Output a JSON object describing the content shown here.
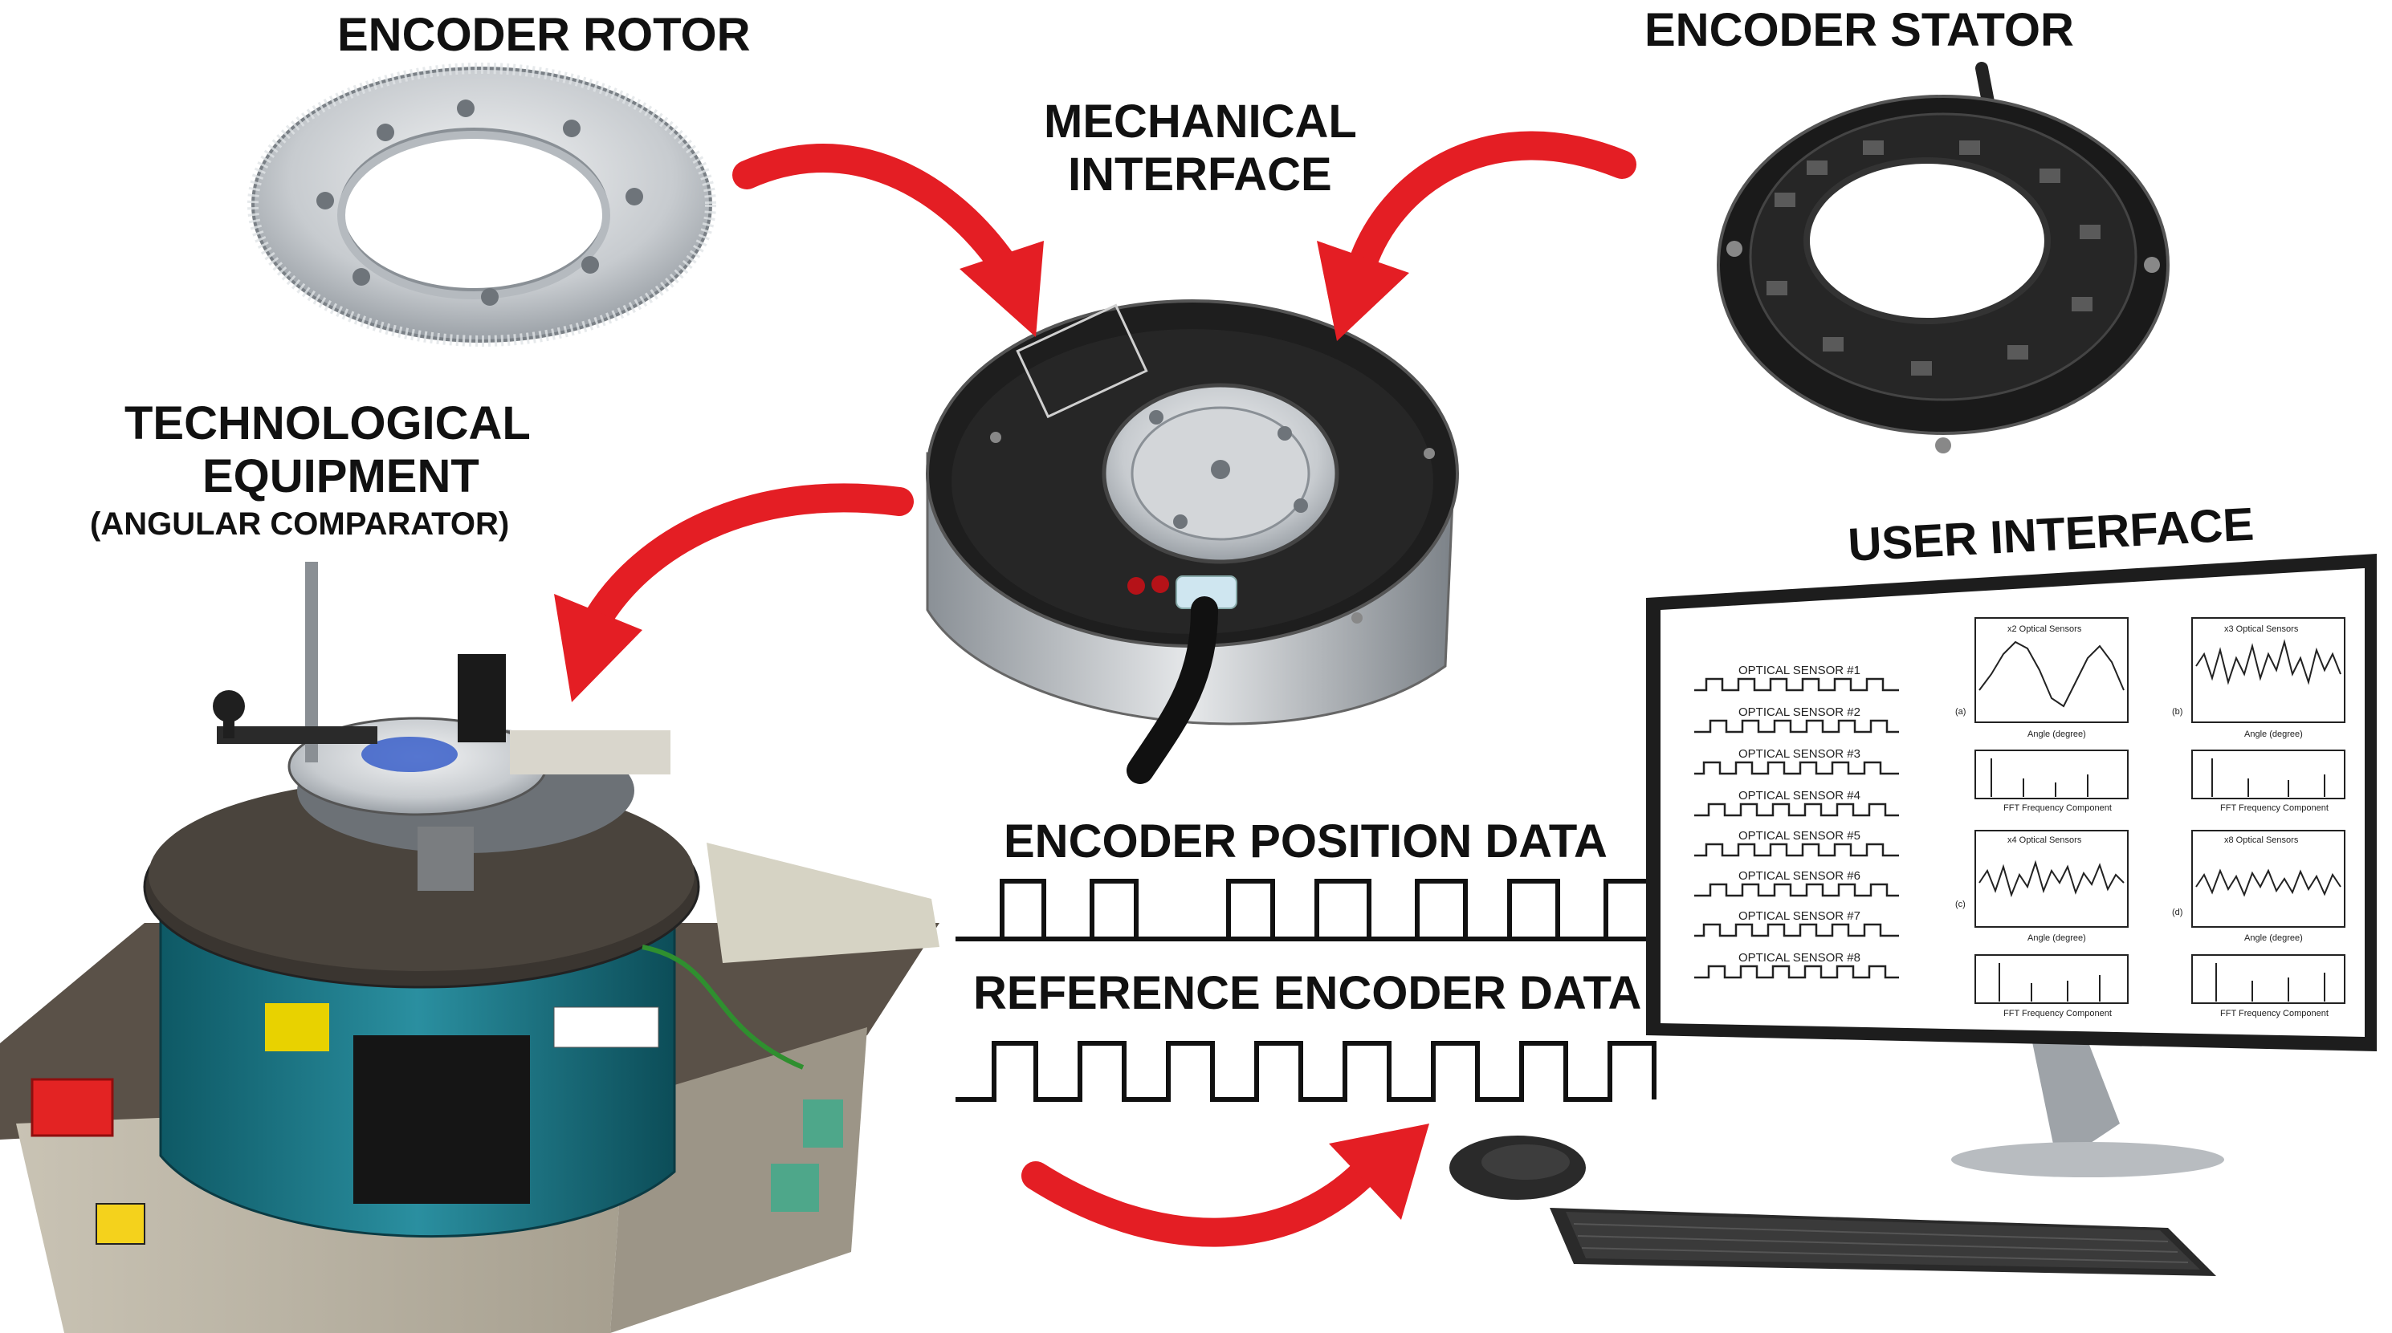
{
  "labels": {
    "encoder_rotor": "ENCODER ROTOR",
    "encoder_stator": "ENCODER STATOR",
    "mechanical_interface_line1": "MECHANICAL",
    "mechanical_interface_line2": "INTERFACE",
    "tech_equipment_line1": "TECHNOLOGICAL",
    "tech_equipment_line2": "EQUIPMENT",
    "tech_equipment_sub": "(ANGULAR COMPARATOR)",
    "user_interface": "USER INTERFACE",
    "encoder_position_data": "ENCODER POSITION DATA",
    "reference_encoder_data": "REFERENCE ENCODER DATA"
  },
  "monitor": {
    "sensor_labels": [
      "OPTICAL SENSOR #1",
      "OPTICAL SENSOR #2",
      "OPTICAL SENSOR #3",
      "OPTICAL SENSOR #4",
      "OPTICAL SENSOR #5",
      "OPTICAL SENSOR #6",
      "OPTICAL SENSOR #7",
      "OPTICAL SENSOR #8"
    ],
    "plots": [
      {
        "panel": "(a)",
        "legend": "x2 Optical Sensors",
        "xlabel": "Angle (degree)"
      },
      {
        "panel": "(b)",
        "legend": "x3 Optical Sensors",
        "xlabel": "Angle (degree)"
      },
      {
        "panel": "(c)",
        "legend": "x4 Optical Sensors",
        "xlabel": "Angle (degree)"
      },
      {
        "panel": "(d)",
        "legend": "x8 Optical Sensors",
        "xlabel": "Angle (degree)"
      }
    ],
    "fft_xlabel": "FFT Frequency Component"
  },
  "colors": {
    "arrow": "#e41e24",
    "ink": "#111111",
    "aluminium": "#c8ccd0",
    "pcb": "#1c1c1c",
    "machine_teal": "#1f7f8f"
  }
}
